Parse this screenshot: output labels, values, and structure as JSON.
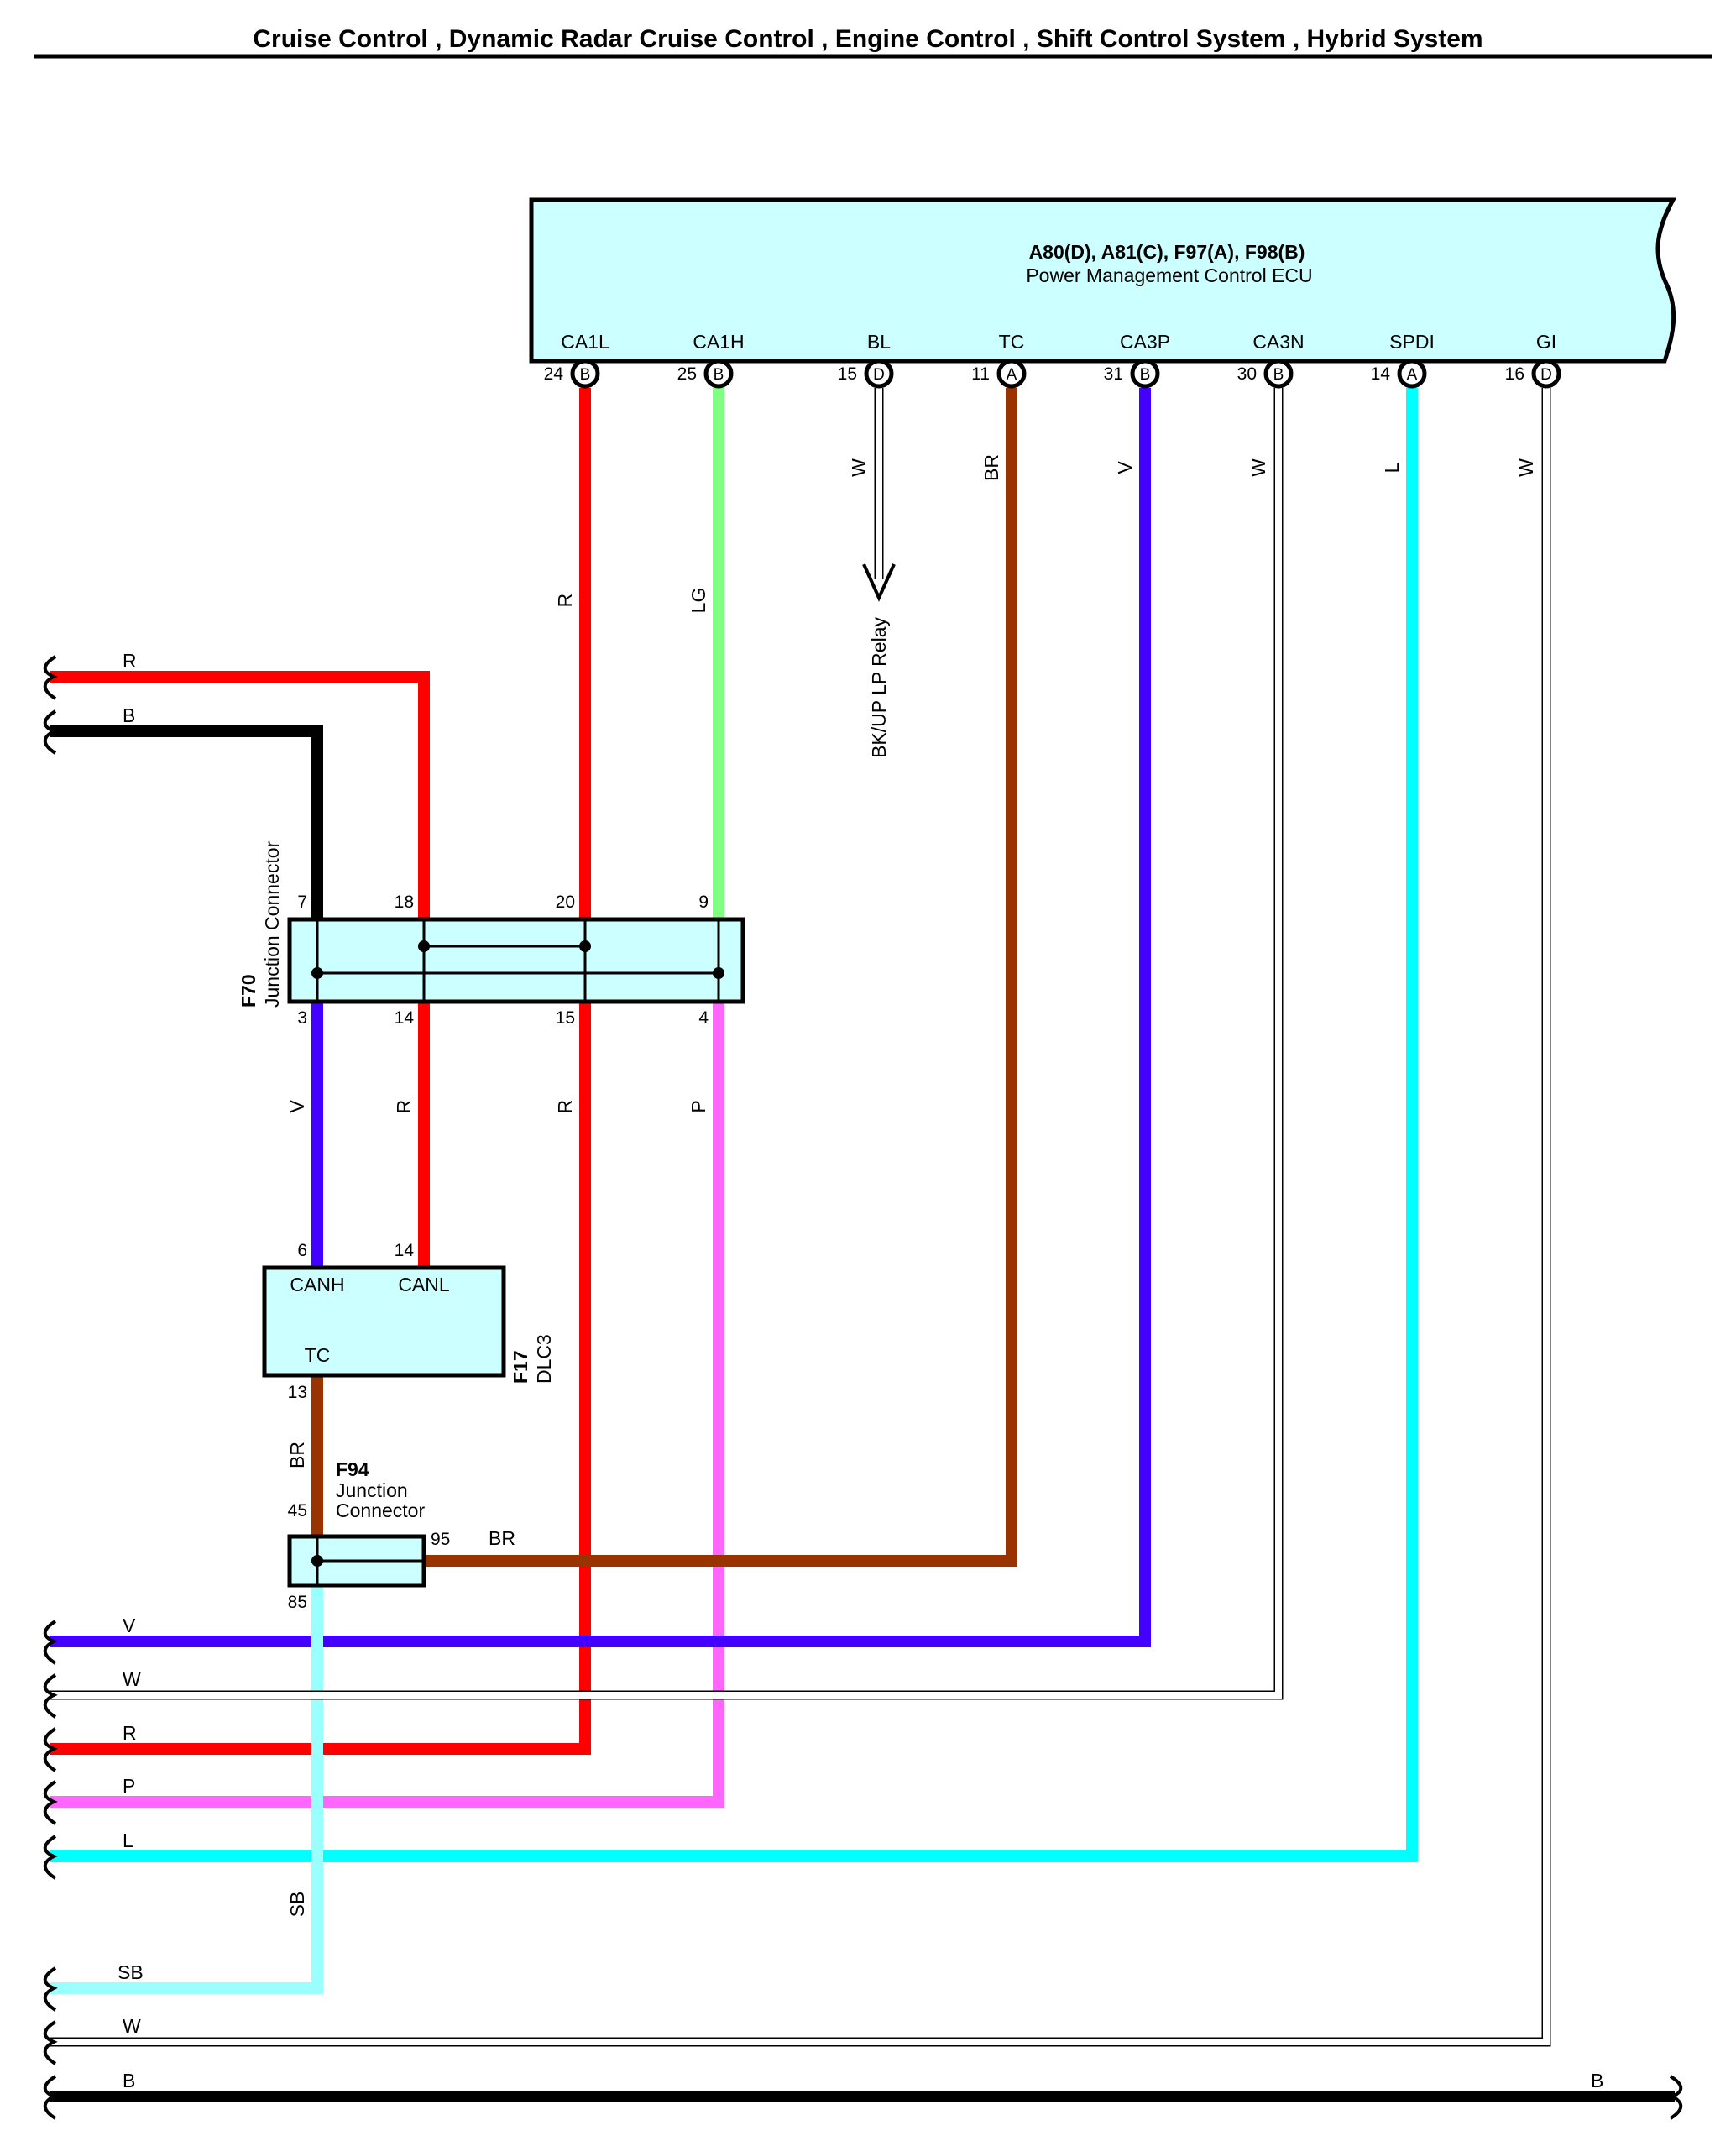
{
  "page": {
    "title": "Cruise Control , Dynamic Radar Cruise Control , Engine Control , Shift Control System , Hybrid System"
  },
  "colors": {
    "R": "#ff0000",
    "LG": "#80ff80",
    "BR": "#993300",
    "V": "#4400ff",
    "L": "#00ffff",
    "P": "#ff66ff",
    "SB": "#99ffff",
    "B": "#000000",
    "W": "#ffffff",
    "box_fill": "#ccffff"
  },
  "ecu": {
    "name": "A80(D), A81(C), F97(A), F98(B)",
    "desc": "Power Management Control ECU",
    "terminals": [
      {
        "label": "CA1L",
        "pin": "24",
        "code": "B",
        "wire": "R"
      },
      {
        "label": "CA1H",
        "pin": "25",
        "code": "B",
        "wire": "LG"
      },
      {
        "label": "BL",
        "pin": "15",
        "code": "D",
        "wire": "W"
      },
      {
        "label": "TC",
        "pin": "11",
        "code": "A",
        "wire": "BR"
      },
      {
        "label": "CA3P",
        "pin": "31",
        "code": "B",
        "wire": "V"
      },
      {
        "label": "CA3N",
        "pin": "30",
        "code": "B",
        "wire": "W"
      },
      {
        "label": "SPDI",
        "pin": "14",
        "code": "A",
        "wire": "L"
      },
      {
        "label": "GI",
        "pin": "16",
        "code": "D",
        "wire": "W"
      }
    ]
  },
  "relay_label": "BK/UP LP Relay",
  "f70": {
    "id": "F70",
    "name": "Junction Connector",
    "top_pins": [
      "7",
      "18",
      "20",
      "9"
    ],
    "bottom_pins": [
      "3",
      "14",
      "15",
      "4"
    ]
  },
  "f17": {
    "id": "F17",
    "name": "DLC3",
    "canh": "CANH",
    "canl": "CANL",
    "tc": "TC",
    "pin_canh": "6",
    "pin_canl": "14",
    "pin_tc": "13"
  },
  "f94": {
    "id": "F94",
    "name_line1": "Junction",
    "name_line2": "Connector",
    "pin_top": "45",
    "pin_right": "95",
    "pin_bottom": "85",
    "right_wire": "BR"
  },
  "wire_labels": {
    "r_upper": "R",
    "lg_upper": "LG",
    "v_lower": "V",
    "r_lower_left": "R",
    "r_lower_mid": "R",
    "p_lower": "P",
    "br_f17": "BR",
    "sb_lower": "SB"
  },
  "left_wires_top": [
    "R",
    "B"
  ],
  "left_wires_bottom": [
    "V",
    "W",
    "R",
    "P",
    "L",
    "SB",
    "W",
    "B"
  ],
  "right_wire_bottom": "B"
}
